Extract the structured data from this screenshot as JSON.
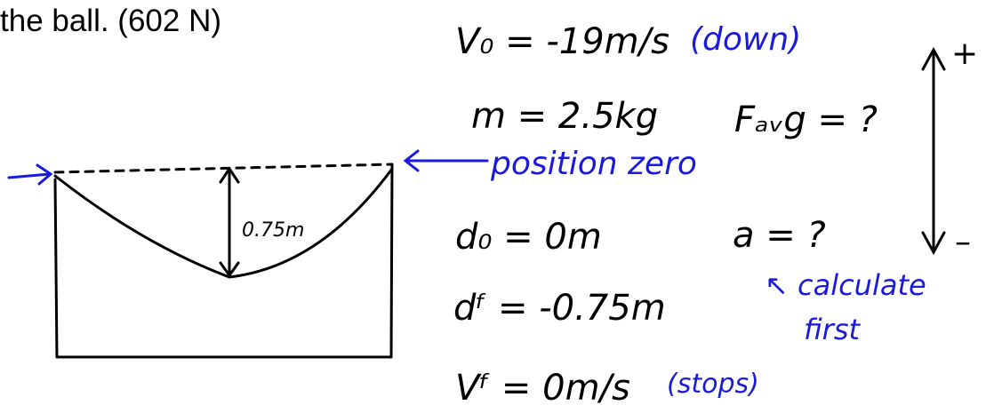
{
  "header_text": "the ball. (602 N)",
  "equations": {
    "v0": "V₀ = -19m/s",
    "v0_note": "(down)",
    "mass": "m = 2.5kg",
    "favg": "Fₐᵥg = ?",
    "d0": "d₀ = 0m",
    "a": "a = ?",
    "a_note_1": "↖ calculate",
    "a_note_2": "first",
    "df": "dᶠ = -0.75m",
    "vf": "Vᶠ = 0m/s",
    "vf_note": "(stops)"
  },
  "diagram": {
    "depth_label": "0.75m",
    "position_zero_label": "position zero"
  },
  "direction": {
    "up": "+",
    "down": "–"
  },
  "colors": {
    "ink": "#000000",
    "note": "#1a1adc"
  }
}
